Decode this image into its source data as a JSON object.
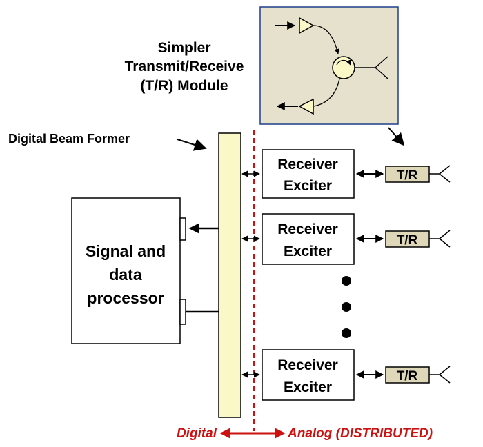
{
  "module_title": {
    "line1": "Simpler",
    "line2": "Transmit/Receive",
    "line3": "(T/R) Module"
  },
  "beam_former_label": "Digital Beam Former",
  "processor": {
    "line1": "Signal and",
    "line2": "data",
    "line3": "processor"
  },
  "receivers": [
    {
      "line1": "Receiver",
      "line2": "Exciter",
      "tr": "T/R"
    },
    {
      "line1": "Receiver",
      "line2": "Exciter",
      "tr": "T/R"
    },
    {
      "line1": "Receiver",
      "line2": "Exciter",
      "tr": "T/R"
    }
  ],
  "footer": {
    "digital": "Digital",
    "analog": "Analog (DISTRIBUTED)"
  },
  "colors": {
    "beam_former_fill": "#fbf8c8",
    "module_fill": "#e6e1cc",
    "tr_fill": "#ded7b8",
    "circulator_fill": "#fbf8c8",
    "boundary_red": "#cc1111"
  }
}
